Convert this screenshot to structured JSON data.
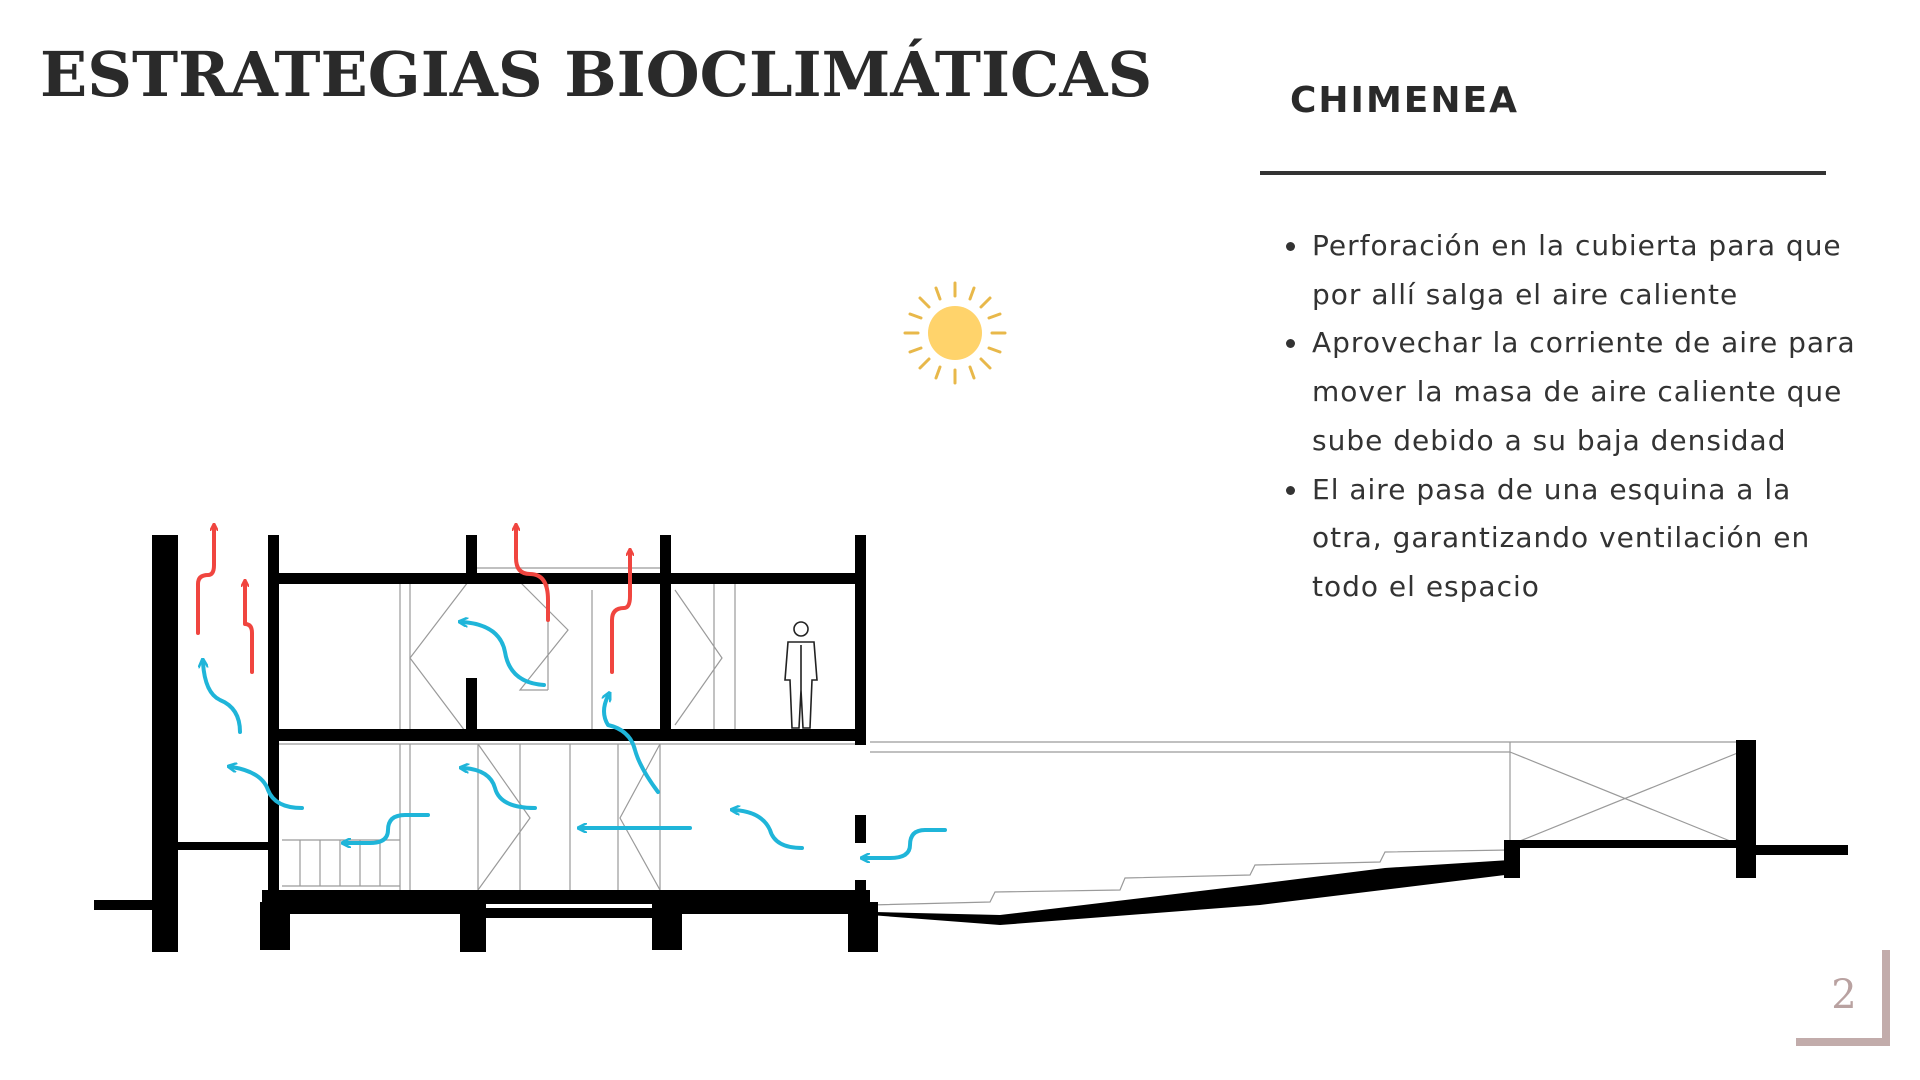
{
  "title": "ESTRATEGIAS BIOCLIMÁTICAS",
  "subtitle": "CHIMENEA",
  "bullets": [
    "Perforación en la cubierta para que por allí salga el aire caliente",
    "Aprovechar la corriente de aire para mover la masa de aire caliente que sube debido a su baja densidad",
    "El aire pasa de una esquina a la otra, garantizando ventilación en todo el espacio"
  ],
  "page_number": "2",
  "colors": {
    "hot_air": "#f0453f",
    "cool_air": "#1fb5d9",
    "sun": "#ffd36b",
    "sun_rays": "#e8b84a",
    "structure": "#000000",
    "accent": "#c2acab"
  },
  "icons": {
    "sun": "sun-icon",
    "person": "person-silhouette-icon"
  }
}
